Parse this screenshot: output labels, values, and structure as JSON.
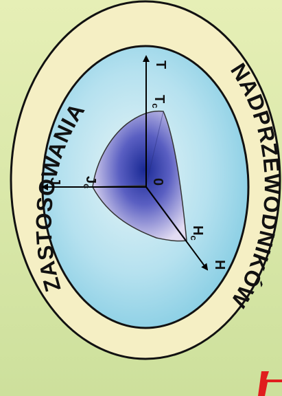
{
  "ring": {
    "top_text": "ZASTOSOWANIA",
    "bottom_text": "NADPRZEWODNIKÓW"
  },
  "axes": {
    "t_label": "T",
    "tc_main": "T",
    "tc_sub": "c",
    "j_label": "J",
    "jc_main": "J",
    "jc_sub": "c",
    "h_label": "H",
    "hc_main": "H",
    "hc_sub": "c",
    "origin_label": "0"
  },
  "colors": {
    "background_top": "#e0ebb0",
    "background_bottom": "#cfe1a0",
    "ring_fill": "#f6f0c6",
    "ellipse_inner": "#cfe9f3",
    "ellipse_outer": "#8fd0e6",
    "blob_center": "#1c2f9b",
    "blob_edge": "#dfd8f0",
    "accent": "#e21f1f"
  }
}
